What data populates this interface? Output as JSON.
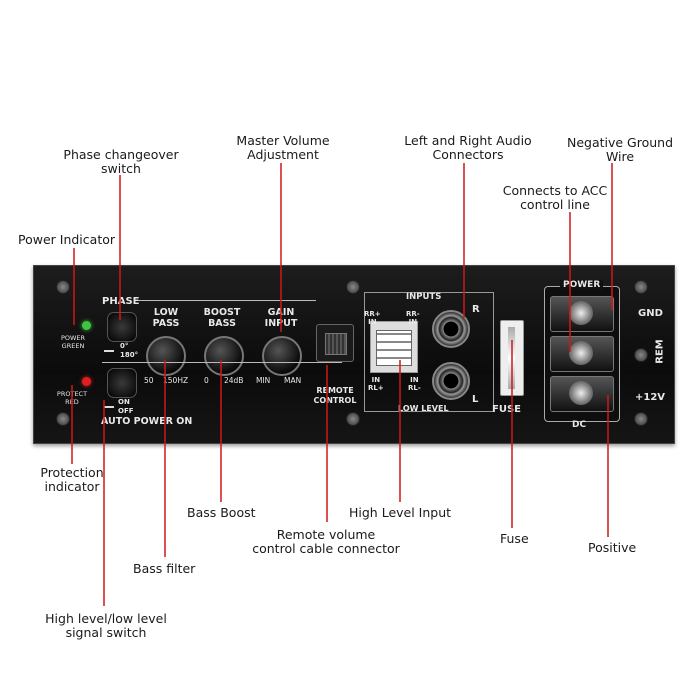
{
  "callouts": {
    "phase_switch": [
      "Phase changeover",
      "switch"
    ],
    "power_indicator": "Power Indicator",
    "master_volume": [
      "Master Volume",
      "Adjustment"
    ],
    "audio_connectors": [
      "Left and Right Audio",
      "Connectors"
    ],
    "negative_ground": [
      "Negative Ground",
      "Wire"
    ],
    "acc_line": [
      "Connects to ACC",
      "control line"
    ],
    "protection_indicator": [
      "Protection",
      "indicator"
    ],
    "bass_boost": "Bass Boost",
    "high_level_input": "High Level Input",
    "remote_cable": [
      "Remote volume",
      "control cable connector"
    ],
    "fuse": "Fuse",
    "positive": "Positive",
    "bass_filter": "Bass filter",
    "signal_switch": [
      "High level/low level",
      "signal switch"
    ]
  },
  "panel": {
    "phase": "PHASE",
    "deg0": "0°",
    "deg180": "180°",
    "low_pass": [
      "LOW",
      "PASS"
    ],
    "boost_bass": [
      "BOOST",
      "BASS"
    ],
    "gain_input": [
      "GAIN",
      "INPUT"
    ],
    "lp_min": "50",
    "lp_max": "150HZ",
    "bb_min": "0",
    "bb_max": "24dB",
    "gain_min": "MIN",
    "gain_max": "MAN",
    "power_green": [
      "POWER",
      "GREEN"
    ],
    "protect_red": [
      "PROTECT",
      "RED"
    ],
    "on": "ON",
    "off": "OFF",
    "auto_power_on": "AUTO POWER ON",
    "remote_control": [
      "REMOTE",
      "CONTROL"
    ],
    "inputs": "INPUTS",
    "rr_plus_in": [
      "RR+",
      "IN"
    ],
    "rr_minus_in": [
      "RR-",
      "IN"
    ],
    "in_rl_plus": [
      "IN",
      "RL+"
    ],
    "in_rl_minus": [
      "IN",
      "RL-"
    ],
    "r": "R",
    "l": "L",
    "low_level": "LOW LEVEL",
    "fuse": "FUSE",
    "power": "POWER",
    "dc": "DC",
    "gnd": "GND",
    "rem": "REM",
    "plus12v": "+12V"
  },
  "colors": {
    "callout_line": "#d01818",
    "panel": "#111111",
    "panel_text": "#e8e8e8",
    "led_green": "#3fc43f",
    "led_red": "#e02020"
  }
}
